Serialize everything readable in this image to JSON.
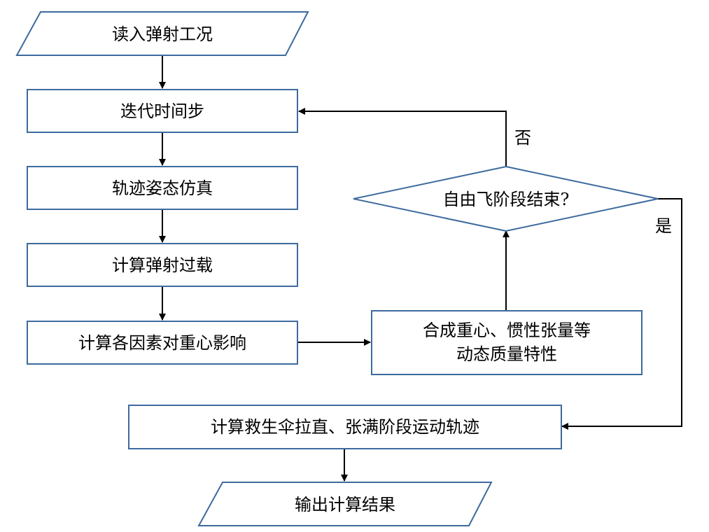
{
  "diagram": {
    "nodes": {
      "read_input": "读入弹射工况",
      "iterate_time_step": "迭代时间步",
      "trajectory_attitude_sim": "轨迹姿态仿真",
      "calc_ejection_overload": "计算弹射过载",
      "calc_cg_factors": "计算各因素对重心影响",
      "synthesize_mass_props_line1": "合成重心、惯性张量等",
      "synthesize_mass_props_line2": "动态质量特性",
      "free_flight_end_check": "自由飞阶段结束?",
      "calc_parachute_trajectory": "计算救生伞拉直、张满阶段运动轨迹",
      "output_results": "输出计算结果"
    },
    "edge_labels": {
      "no": "否",
      "yes": "是"
    }
  }
}
